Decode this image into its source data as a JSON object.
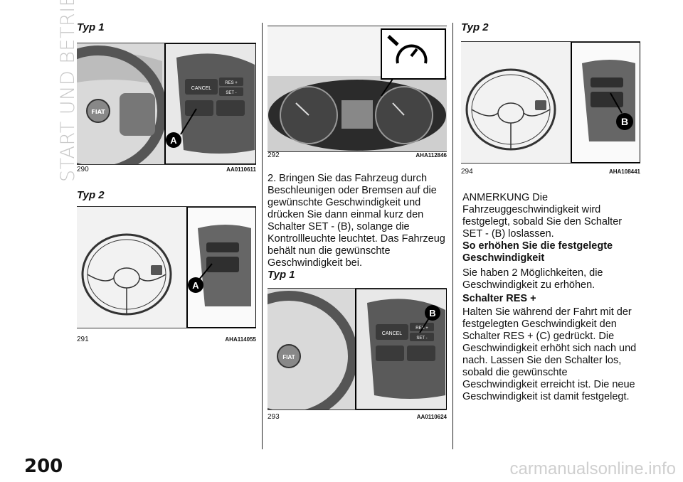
{
  "section_title": "START UND BETRIEB",
  "page_number": "200",
  "watermark": "carmanualsonline.info",
  "col1": {
    "heading1": "Typ 1",
    "fig1": {
      "num": "290",
      "code": "AA0110611",
      "callout": "A",
      "btn_cancel": "CANCEL",
      "btn_res": "RES +",
      "btn_set": "SET -"
    },
    "heading2": "Typ 2",
    "fig2": {
      "num": "291",
      "code": "AHA114055",
      "callout": "A"
    }
  },
  "col2": {
    "fig3": {
      "num": "292",
      "code": "AHA112846"
    },
    "paragraph": "2. Bringen Sie das Fahrzeug durch Beschleunigen oder Bremsen auf die gewünschte Geschwindigkeit und drücken Sie dann einmal kurz den Schalter SET - (B), solange die Kontrollleuchte leuchtet. Das Fahrzeug behält nun die gewünschte Geschwindigkeit bei.",
    "heading": "Typ 1",
    "fig4": {
      "num": "293",
      "code": "AA0110624",
      "callout": "B",
      "btn_cancel": "CANCEL",
      "btn_res": "RES +",
      "btn_set": "SET -"
    }
  },
  "col3": {
    "heading": "Typ 2",
    "fig5": {
      "num": "294",
      "code": "AHA108441",
      "callout": "B"
    },
    "note": "ANMERKUNG Die Fahrzeuggeschwindigkeit wird festgelegt, sobald Sie den Schalter SET - (B) loslassen.",
    "subheading1": "So erhöhen Sie die festgelegte Geschwindigkeit",
    "para1": "Sie haben 2 Möglichkeiten, die Geschwindigkeit zu erhöhen.",
    "subheading2": "Schalter RES +",
    "para2": "Halten Sie während der Fahrt mit der festgelegten Geschwindigkeit den Schalter RES + (C) gedrückt. Die Geschwindigkeit erhöht sich nach und nach. Lassen Sie den Schalter los, sobald die gewünschte Geschwindigkeit erreicht ist. Die neue Geschwindigkeit ist damit festgelegt."
  }
}
